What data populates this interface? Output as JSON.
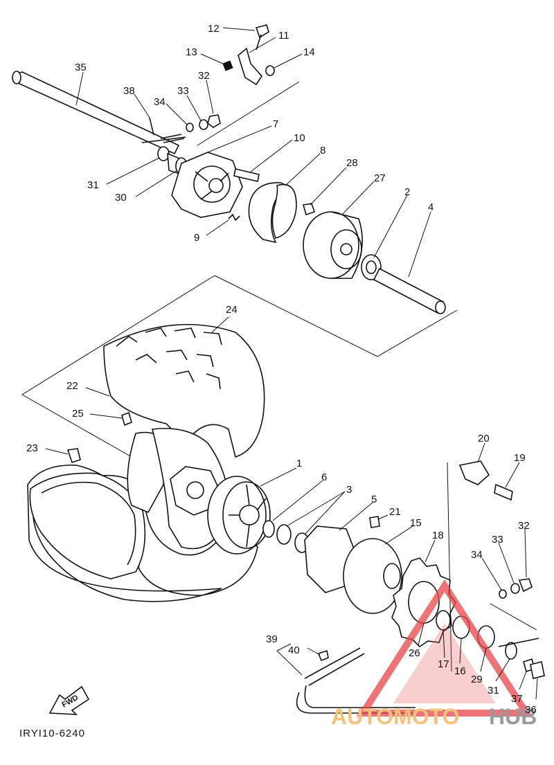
{
  "diagram": {
    "drawing_code": "IRYI10-6240",
    "fwd_label": "FWD",
    "watermark": {
      "left": "AUTOMOTO",
      "right": "HUB",
      "left_color": "#f4c27a",
      "right_color": "#9a9a9a",
      "logo_color": "#e8454a"
    },
    "part_numbers": [
      "12",
      "11",
      "13",
      "14",
      "35",
      "38",
      "33",
      "32",
      "34",
      "7",
      "10",
      "8",
      "28",
      "27",
      "2",
      "4",
      "31",
      "30",
      "9",
      "24",
      "22",
      "25",
      "23",
      "20",
      "19",
      "1",
      "6",
      "3",
      "5",
      "21",
      "15",
      "18",
      "33",
      "34",
      "32",
      "39",
      "40",
      "26",
      "17",
      "16",
      "29",
      "31",
      "37",
      "36"
    ]
  }
}
